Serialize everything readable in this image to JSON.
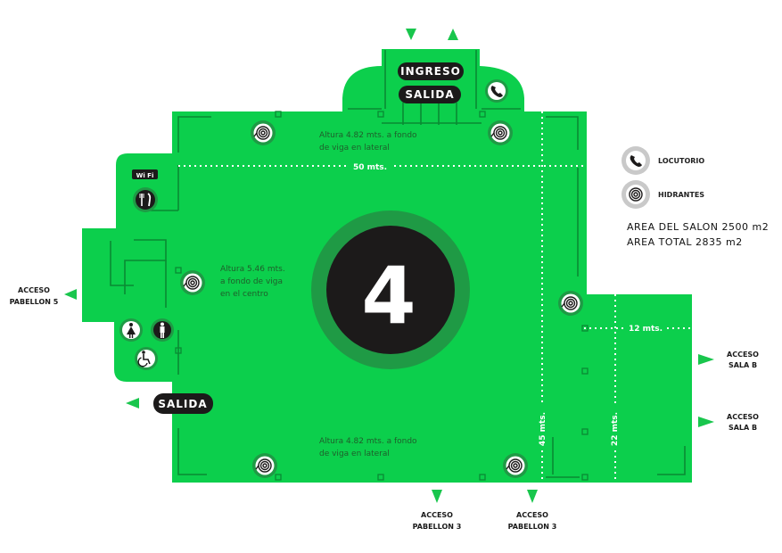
{
  "hall": {
    "number": "4",
    "height_lateral_top": [
      "Altura 4.82 mts. a fondo",
      "de viga en lateral"
    ],
    "height_center": [
      "Altura 5.46 mts.",
      "a fondo de viga",
      "en el centro"
    ],
    "height_lateral_bottom": [
      "Altura 4.82 mts. a fondo",
      "de viga en lateral"
    ],
    "dim_width": "50 mts.",
    "dim_side": "12 mts.",
    "dim_depth": "45 mts.",
    "dim_side_depth": "22 mts."
  },
  "entrances": {
    "ingreso": "INGRESO",
    "salida_top": "SALIDA",
    "salida_left": "SALIDA"
  },
  "access": {
    "pabellon5": [
      "ACCESO",
      "PABELLON 5"
    ],
    "sala_b_1": [
      "ACCESO",
      "SALA B"
    ],
    "sala_b_2": [
      "ACCESO",
      "SALA B"
    ],
    "pabellon3_1": [
      "ACCESO",
      "PABELLON 3"
    ],
    "pabellon3_2": [
      "ACCESO",
      "PABELLON 3"
    ]
  },
  "legend": {
    "locutorio": "LOCUTORIO",
    "hidrantes": "HIDRANTES",
    "area_salon": "AREA DEL SALON 2500 m2",
    "area_total": "AREA TOTAL 2835 m2"
  },
  "amenities": {
    "wifi": "Wi Fi"
  },
  "colors": {
    "floor": "#0ccf4c",
    "line": "#0a8a33",
    "dark": "#1c1a1a",
    "ring": "#1f9a45",
    "arrow": "#19c64d"
  }
}
